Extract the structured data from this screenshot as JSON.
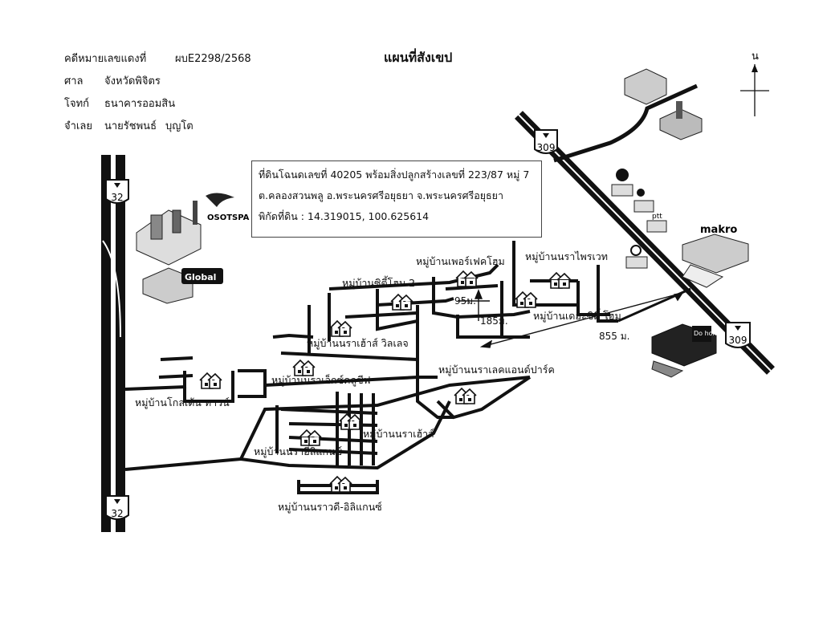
{
  "header": {
    "case_label": "คดีหมายเลขแดงที่",
    "case_no": "ผบE2298/2568",
    "court_label": "ศาล",
    "court": "จังหวัดพิจิตร",
    "plaintiff_label": "โจทก์",
    "plaintiff": "ธนาคารออมสิน",
    "defendant_label": "จำเลย",
    "defendant": "นายรัชพนธ์",
    "defendant_surname": "บุญโต"
  },
  "title": "แผนที่สังเขป",
  "north_label": "น",
  "info": {
    "line1": "ที่ดินโฉนดเลขที่ 40205 พร้อมสิ่งปลูกสร้างเลขที่ 223/87 หมู่ 7",
    "line2": "ต.คลองสวนพลู  อ.พระนครศรีอยุธยา  จ.พระนครศรีอยุธยา",
    "line3": "พิกัดที่ดิน : 14.319015, 100.625614"
  },
  "villages": {
    "perfect_home": "หมู่บ้านเพอร์เฟคโฮม",
    "nara_privet": "หมู่บ้านนราไพรเวท",
    "city_home2": "หมู่บ้านซิตี้โฮม 2",
    "the_city_home": "หมู่บ้านเดอะซิตี้ โฮม",
    "nara_house_villa": "หมู่บ้านนราเฮ้าส์ วิลเลจ",
    "nara_exclusive": "หมู่บ้านนราเอ็กซ์คลูซีฟ",
    "golden_town": "หมู่บ้านโกลเด้น ทาวน์",
    "nara_lake_park": "หมู่บ้านนราเลคแอนด์ปาร์ค",
    "nara_house": "หมู่บ้านนราเฮ้าส์",
    "nara_elegance": "หมู่บ้านนราอีลิแกนซ์",
    "nara_d_elegance": "หมู่บ้านนราวดี-อิลิแกนซ์"
  },
  "distances": {
    "d95": "95ม.",
    "d185": "185ม.",
    "d855": "855 ม."
  },
  "routes": {
    "r309_top": "309",
    "r309_bottom": "309",
    "r32_top": "32",
    "r32_bottom": "32"
  },
  "landmarks": {
    "osotspa": "OSOTSPA",
    "global": "Global",
    "makro": "makro",
    "ptt": "ptt",
    "dohome": "Do home"
  }
}
